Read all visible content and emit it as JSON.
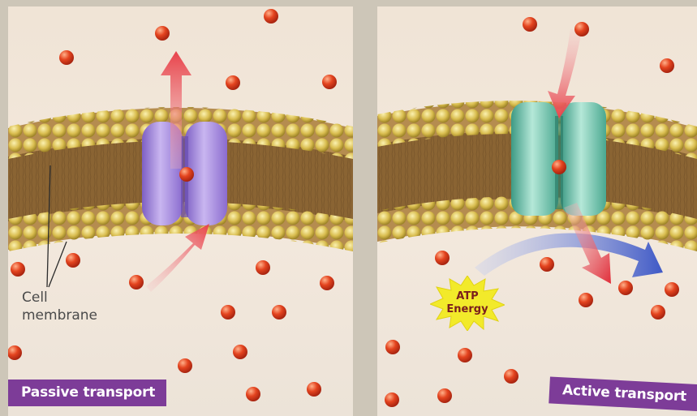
{
  "panels": {
    "passive": {
      "label": "Passive transport"
    },
    "active": {
      "label": "Active transport"
    }
  },
  "annotations": {
    "membrane_line1": "Cell",
    "membrane_line2": "membrane",
    "atp_line1": "ATP",
    "atp_line2": "Energy"
  },
  "colors": {
    "particle": "#e0421f",
    "membrane_heads": "#d4b84a",
    "membrane_tails": "#8e6a3c",
    "passive_channel": "#9b7ed6",
    "active_pump": "#6fc0a8",
    "arrow_red": "#e8424a",
    "arrow_blue": "#4a63c9",
    "label_bar": "#7d3c98",
    "atp_star": "#f2ea2a"
  }
}
